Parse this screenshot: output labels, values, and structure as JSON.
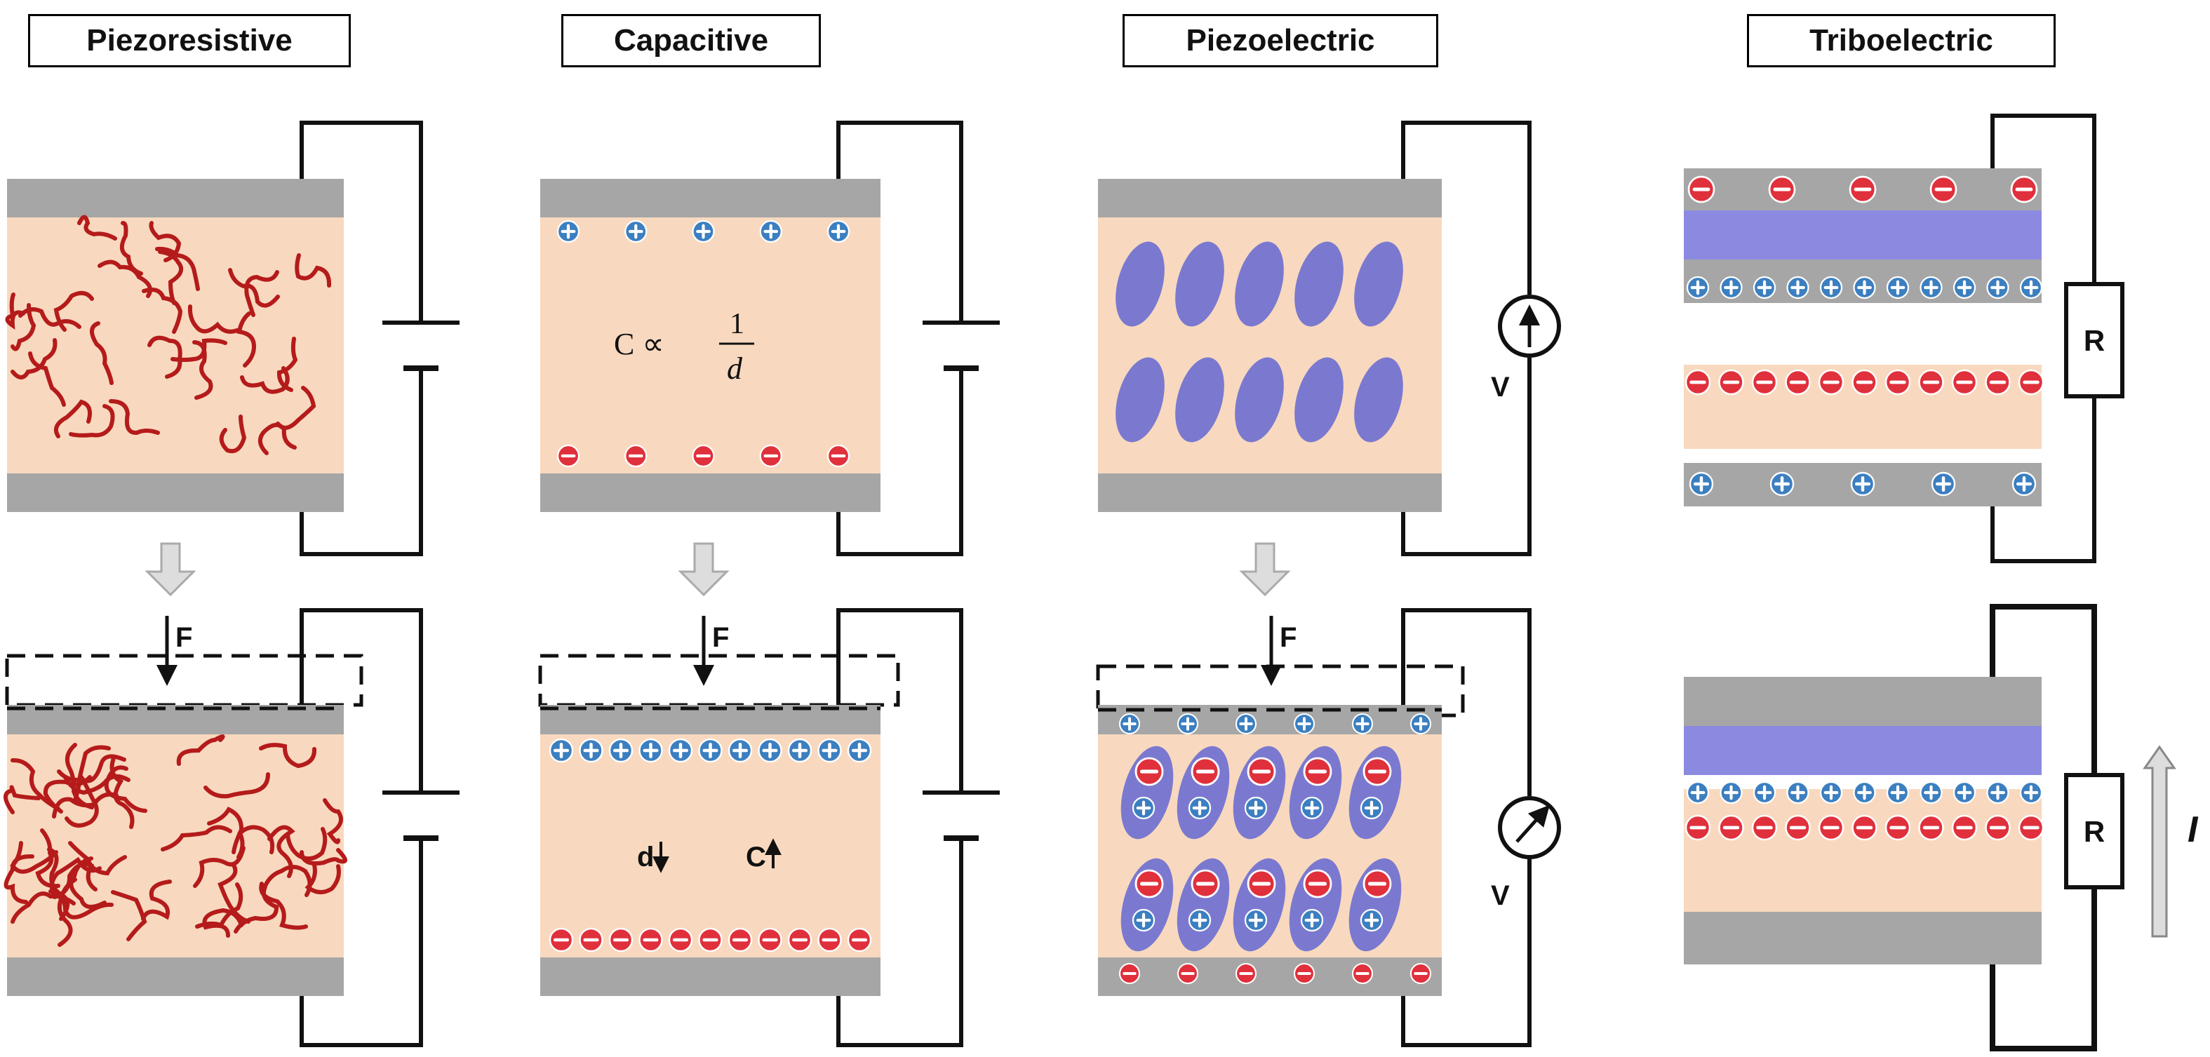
{
  "panels": {
    "piezoresistive": {
      "title": "Piezoresistive",
      "force_label": "F"
    },
    "capacitive": {
      "title": "Capacitive",
      "force_label": "F",
      "formula_lhs": "C ∝",
      "formula_num": "1",
      "formula_den": "d",
      "d_label": "d",
      "c_label": "C"
    },
    "piezoelectric": {
      "title": "Piezoelectric",
      "force_label": "F",
      "voltage_top": "V",
      "voltage_bottom": "V"
    },
    "triboelectric": {
      "title": "Triboelectric",
      "resistor_top": "R",
      "resistor_bottom": "R",
      "current_label": "I"
    }
  },
  "colors": {
    "electrode": "#a6a6a6",
    "substrate": "#f8d9bf",
    "fiber": "#b51b1b",
    "dipole": "#7b79cf",
    "dielectric_blue": "#8c8ae0",
    "positive": "#3c7fc0",
    "negative": "#e0303c"
  }
}
